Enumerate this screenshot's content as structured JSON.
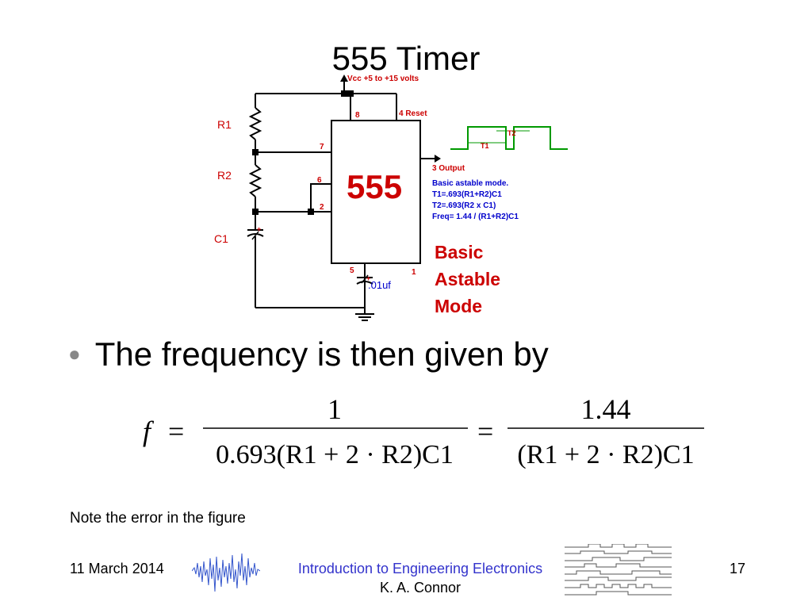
{
  "slide": {
    "title": "555 Timer",
    "bullet": "The frequency is then given by",
    "note": "Note the error in the figure"
  },
  "schematic": {
    "vcc_label": "Vcc +5 to +15 volts",
    "pin8": "8",
    "pin4": "4 Reset",
    "pin7": "7",
    "pin6": "6",
    "pin2": "2",
    "pin5": "5",
    "pin1": "1",
    "pin3": "3  Output",
    "chip_label": "555",
    "r1": "R1",
    "r2": "R2",
    "c1": "C1",
    "plus1": "+",
    "plus2": "+",
    "cap_value": ".01uf",
    "t1": "T1",
    "t2": "T2",
    "mode_line1": "Basic astable mode.",
    "formula_t1": "T1=.693(R1+R2)C1",
    "formula_t2": "T2=.693(R2 x C1)",
    "formula_freq": "Freq= 1.44 / (R1+R2)C1",
    "big_label_1": "Basic",
    "big_label_2": "Astable",
    "big_label_3": "Mode",
    "colors": {
      "red": "#cc0000",
      "blue": "#0000cc",
      "green": "#009900",
      "wire": "#000000"
    }
  },
  "equation": {
    "lhs": "f",
    "eq1": "=",
    "num1": "1",
    "den1": "0.693(R1 + 2 · R2)C1",
    "eq2": "=",
    "num2": "1.44",
    "den2": "(R1 + 2 · R2)C1"
  },
  "footer": {
    "date": "11 March 2014",
    "course": "Introduction to Engineering Electronics",
    "author": "K. A. Connor",
    "page": "17"
  }
}
